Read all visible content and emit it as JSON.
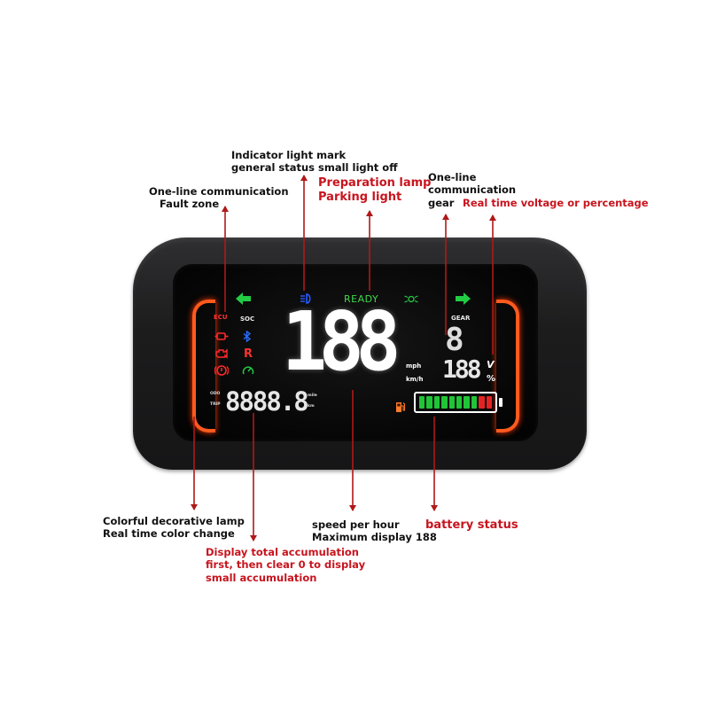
{
  "annotations": {
    "fault_zone": [
      "One-line communication",
      "Fault zone"
    ],
    "indicator": [
      "Indicator light mark",
      "general status small light off"
    ],
    "preparation": [
      "Preparation lamp",
      "Parking light"
    ],
    "gear": [
      "One-line",
      "communication",
      "gear"
    ],
    "voltage": "Real time voltage or percentage",
    "decorative": [
      "Colorful decorative lamp",
      "Real time color change"
    ],
    "odometer": [
      "Display total accumulation",
      "first, then clear 0 to display",
      "small accumulation"
    ],
    "speed": [
      "speed per hour",
      "Maximum display 188"
    ],
    "battery": "battery status"
  },
  "display": {
    "ready": "READY",
    "ecu": "ECU",
    "soc": "SOC",
    "gear_label": "GEAR",
    "gear_letter": "R",
    "speed": "188",
    "gear_digit": "8",
    "volt_digits": "188",
    "volt_unit": "V",
    "pct_unit": "%",
    "mph": "mph",
    "kmh": "km/h",
    "odo": "ODO",
    "trip": "TRIP",
    "mile": "mile",
    "km": "km",
    "odo_digits": "8888.8"
  },
  "battery": {
    "cells": [
      "#21c437",
      "#21c437",
      "#21c437",
      "#21c437",
      "#21c437",
      "#21c437",
      "#21c437",
      "#21c437",
      "#e42424",
      "#e42424"
    ]
  },
  "icons": {
    "left_turn": "left-arrow-icon",
    "right_turn": "right-arrow-icon",
    "high_beam": "high-beam-icon",
    "parking": "parking-light-icon",
    "bluetooth": "bluetooth-icon",
    "motor_fault": "motor-fault-icon",
    "engine_fault": "engine-fault-icon",
    "brake_fault": "brake-fault-icon",
    "cruise": "cruise-icon",
    "fuel": "fuel-icon"
  },
  "colors": {
    "annotation_red": "#c8141e",
    "leader_red": "#b01818",
    "decor_orange": "#ff5a1e",
    "ready_green": "#3fd84a",
    "turn_green": "#22cc44",
    "beam_blue": "#2a5cff"
  }
}
